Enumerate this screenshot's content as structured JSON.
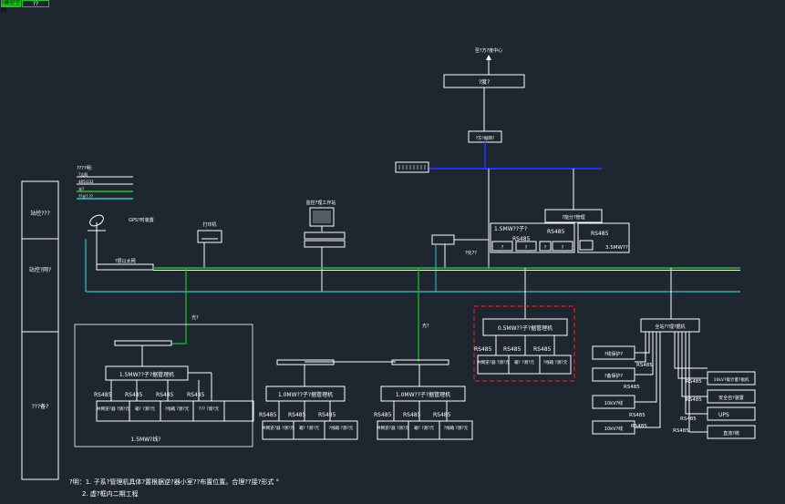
{
  "tabs": [
    {
      "label": "?模型空间",
      "active": true
    },
    {
      "label": "??",
      "active": false
    }
  ],
  "colors": {
    "background": "#1e2630",
    "line": "#ffffff",
    "bus_green": "#19c819",
    "bus_cyan": "#28c8c8",
    "bus_blue": "#2030ff",
    "highlight_red": "#e02020"
  },
  "top": {
    "uplink_label": "至?方?度中心",
    "dispatch_box": "?度?",
    "gateway_box": "?方?据网?"
  },
  "legend": {
    "title": "????明：",
    "items": [
      "?太网",
      "485/232",
      "光?",
      "??光?.?? "
    ]
  },
  "left_zones": [
    "站控???",
    "站控?网?",
    "???备?"
  ],
  "devices": {
    "gps": "GPS?时装置",
    "printer": "打印机",
    "workstation": "监控?理工作站",
    "main_switch": "?层以太网",
    "comm_server": "?化??"
  },
  "fiber_labels": [
    "光?",
    "光?"
  ],
  "box_15": {
    "title": "1.5MW??子?",
    "rs": [
      "RS485",
      "RS485"
    ],
    "right_title": "?能分?管理",
    "right_rs": "RS485",
    "right_label": "3.5MW??",
    "cells": [
      "?",
      "?",
      "?",
      "?"
    ]
  },
  "sub_15": {
    "title": "1.5MW??子?据管理机",
    "rs": [
      "RS485",
      "RS485",
      "RS485",
      "RS485"
    ],
    "cells": [
      "并网逆?器 ?测?元",
      "箱? ?测?元",
      "?线箱 ?测?元",
      "??? ?测?元"
    ],
    "footer": "1.5MW?线?"
  },
  "sub_10a": {
    "title": "1.0MW??子?据管理机",
    "rs": [
      "RS485",
      "RS485",
      "RS485"
    ],
    "cells": [
      "并网逆?器 ?测?元",
      "箱? ?测?元",
      "?线箱 ?测?元"
    ]
  },
  "sub_10b": {
    "title": "1.0MW??子?据管理机",
    "rs": [
      "RS485",
      "RS485",
      "RS485"
    ],
    "cells": [
      "并网逆?器 ?测?元",
      "箱? ?测?元",
      "?线箱 ?测?元"
    ]
  },
  "sub_05": {
    "title": "0.5MW??子?据管理机",
    "rs": [
      "RS485",
      "RS485",
      "RS485"
    ],
    "cells": [
      "并网逆?器 ?测?元",
      "箱? ?测?元",
      "?线箱 ?测?元"
    ]
  },
  "substation": {
    "title": "全站??理?据机",
    "left_boxes": [
      "?线保护?",
      "?备保护?",
      "10kV?线",
      "10kV?线"
    ],
    "right_boxes": [
      "10kV?能计量?据机",
      "安全自?装置",
      "UPS",
      "直流?统"
    ],
    "rs": [
      "RS485",
      "RS485",
      "RS485",
      "RS485",
      "RS485",
      "RS485",
      "RS485",
      "RS485"
    ]
  },
  "notes": [
    "?明：1. 子系?管理机具体?置根据逆?器小室??布置位置。合理??接?形式 °",
    "2. 虚?框内二期工程"
  ]
}
